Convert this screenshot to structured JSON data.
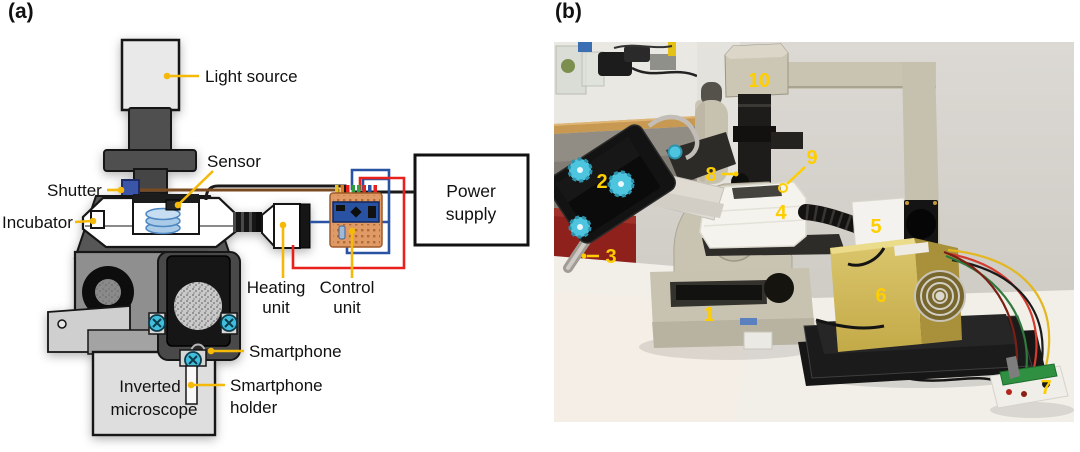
{
  "panels": {
    "a": {
      "tag": "(a)"
    },
    "b": {
      "tag": "(b)"
    }
  },
  "diagram": {
    "labels": {
      "light_source": "Light source",
      "sensor": "Sensor",
      "shutter": "Shutter",
      "incubator": "Incubator",
      "heating_unit": [
        "Heating",
        "unit"
      ],
      "control_unit": [
        "Control",
        "unit"
      ],
      "power_supply": [
        "Power",
        "supply"
      ],
      "smartphone": "Smartphone",
      "inverted_microscope": [
        "Inverted",
        "microscope"
      ],
      "smartphone_holder": [
        "Smartphone",
        "holder"
      ]
    },
    "colors": {
      "leader_yellow": "#F5B90A",
      "wire_black": "#1A1A1A",
      "wire_brown": "#7A4A21",
      "wire_blue": "#2A52A2",
      "wire_red": "#E8211D",
      "shutter_blue": "#3A57A8",
      "petri_dish_blue": "#A9CBE8",
      "clamp_knob_cyan": "#41BEDC"
    }
  },
  "photo": {
    "numbers": [
      "1",
      "2",
      "3",
      "4",
      "5",
      "6",
      "7",
      "8",
      "9",
      "10"
    ],
    "number_color": "#FFCE00"
  }
}
